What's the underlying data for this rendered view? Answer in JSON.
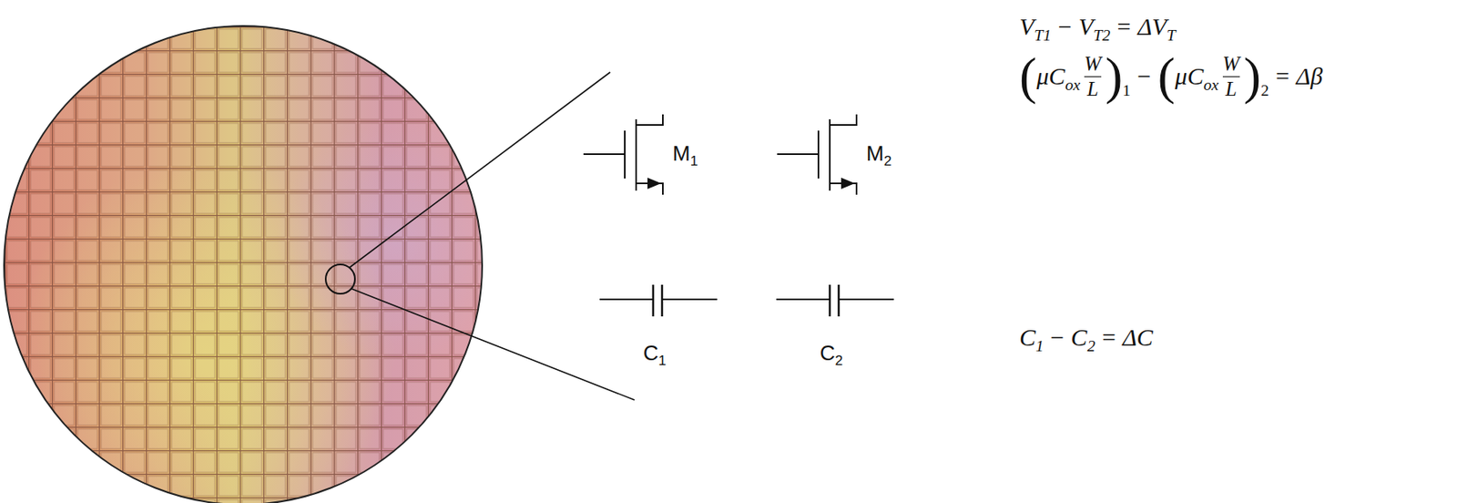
{
  "diagram": {
    "labels": [
      "V",
      "T1",
      "−",
      "V",
      "T2",
      "=",
      "ΔV",
      "T",
      "M",
      "1",
      "M",
      "2",
      "(",
      "μC",
      "ox",
      "W",
      "L",
      ")",
      "1",
      "−",
      "(",
      "μC",
      "ox",
      "W",
      "L",
      ")",
      "2",
      "=",
      "Δβ",
      "C",
      "1",
      "C",
      "2",
      "C",
      "1",
      "−",
      "C",
      "2",
      "=",
      "ΔC"
    ]
  }
}
